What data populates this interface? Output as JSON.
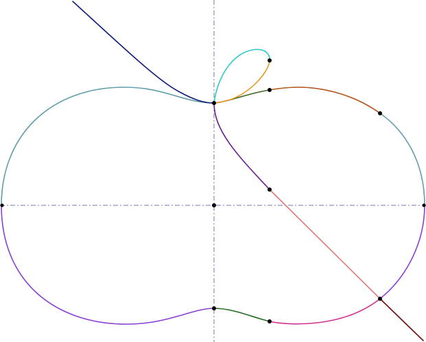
{
  "figure": {
    "axes_color": "#6f78a6",
    "point_color": "#000000"
  },
  "segments": [
    {
      "id": "left-lobe-top",
      "color": "#5f9ea8"
    },
    {
      "id": "left-lobe-bottom",
      "color": "#8a3fd1"
    },
    {
      "id": "upper-left-tail",
      "color": "#101c7a"
    },
    {
      "id": "center-dip",
      "color": "#1f6a1f"
    },
    {
      "id": "bottom-right-arc",
      "color": "#d42e8e"
    },
    {
      "id": "right-lobe-bottom",
      "color": "#8a3fd1"
    },
    {
      "id": "right-lobe-side",
      "color": "#5f9ea8"
    },
    {
      "id": "right-lobe-top",
      "color": "#b5541c"
    },
    {
      "id": "top-connector",
      "color": "#3f6a2a"
    },
    {
      "id": "small-loop-left",
      "color": "#2ec7c9"
    },
    {
      "id": "small-loop-right",
      "color": "#e69a1e"
    },
    {
      "id": "descending-curve",
      "color": "#6a1a8f"
    },
    {
      "id": "diagonal-line",
      "color": "#e07a78"
    },
    {
      "id": "lower-right-tail",
      "color": "#6b0d0d"
    }
  ],
  "point_count": 11
}
